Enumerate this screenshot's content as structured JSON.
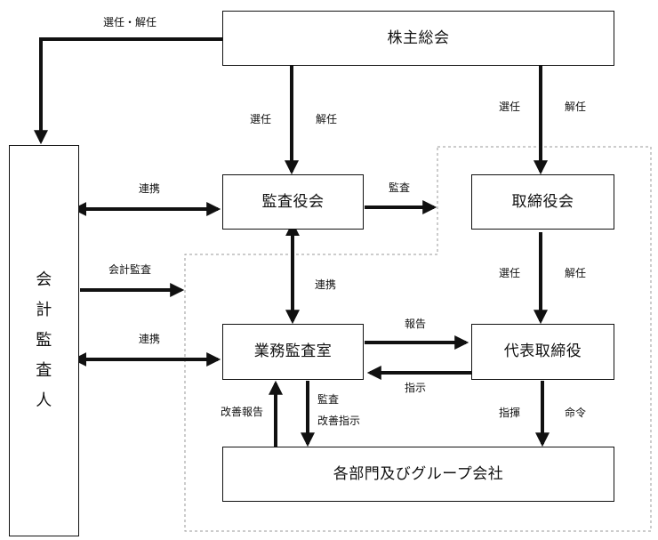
{
  "nodes": {
    "shareholders_meeting": "株主総会",
    "board_of_auditors": "監査役会",
    "board_of_directors": "取締役会",
    "internal_audit_office": "業務監査室",
    "representative_director": "代表取締役",
    "departments_and_group": "各部門及びグループ会社",
    "accounting_auditor_chars": [
      "会",
      "計",
      "監",
      "査",
      "人"
    ]
  },
  "labels": {
    "appoint_dismiss_auditor": "選任・解任",
    "appoint_1": "選任",
    "dismiss_1": "解任",
    "appoint_2": "選任",
    "dismiss_2": "解任",
    "appoint_3": "選任",
    "dismiss_3": "解任",
    "coordination_1": "連携",
    "coordination_2": "連携",
    "coordination_3": "連携",
    "audit": "監査",
    "accounting_audit": "会計監査",
    "report": "報告",
    "instruction": "指示",
    "improvement_report": "改善報告",
    "audit_2": "監査",
    "improvement_instruction": "改善指示",
    "direction": "指揮",
    "command": "命令"
  }
}
